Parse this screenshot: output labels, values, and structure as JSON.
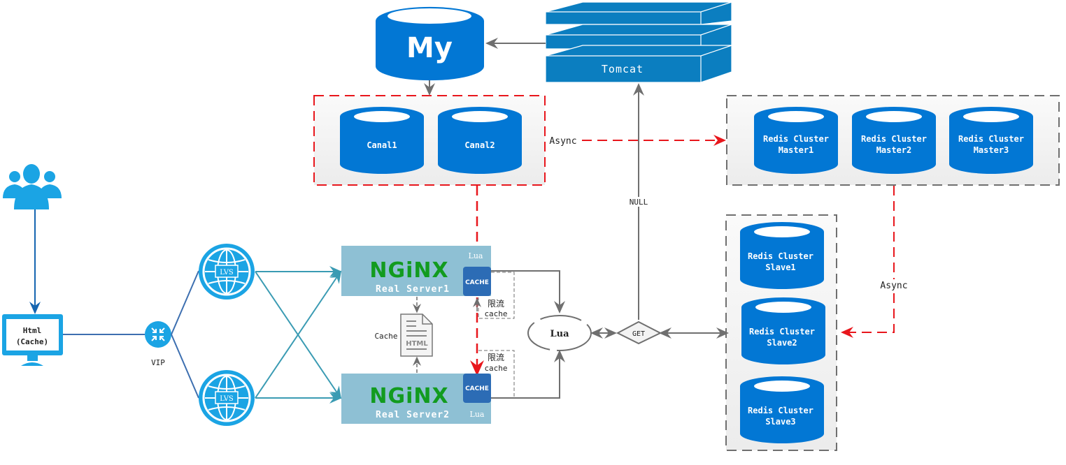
{
  "diagram": {
    "mysql": {
      "label": "My"
    },
    "tomcat": {
      "label": "Tomcat"
    },
    "canal_group": {
      "items": [
        {
          "label": "Canal1"
        },
        {
          "label": "Canal2"
        }
      ]
    },
    "redis_masters": {
      "items": [
        {
          "line1": "Redis Cluster",
          "line2": "Master1"
        },
        {
          "line1": "Redis Cluster",
          "line2": "Master2"
        },
        {
          "line1": "Redis Cluster",
          "line2": "Master3"
        }
      ]
    },
    "redis_slaves": {
      "items": [
        {
          "line1": "Redis Cluster",
          "line2": "Slave1"
        },
        {
          "line1": "Redis Cluster",
          "line2": "Slave2"
        },
        {
          "line1": "Redis Cluster",
          "line2": "Slave3"
        }
      ]
    },
    "users": {
      "icon": "users-icon"
    },
    "client": {
      "line1": "Html",
      "line2": "(Cache)"
    },
    "vip": {
      "label": "VIP"
    },
    "lvs": [
      {
        "label": "LVS"
      },
      {
        "label": "LVS"
      }
    ],
    "real_servers": [
      {
        "brand": "NGiNX",
        "label": "Real Server1",
        "lua": "Lua",
        "cache": "CACHE"
      },
      {
        "brand": "NGiNX",
        "label": "Real Server2",
        "lua": "Lua",
        "cache": "CACHE"
      }
    ],
    "html_doc": {
      "label": "Cache",
      "doc": "HTML"
    },
    "rate_limit": [
      {
        "line1": "限流",
        "line2": "cache"
      },
      {
        "line1": "限流",
        "line2": "cache"
      }
    ],
    "lua_node": {
      "label": "Lua"
    },
    "get_node": {
      "label": "GET"
    },
    "labels": {
      "async_top": "Async",
      "async_right": "Async",
      "null": "NULL"
    },
    "colors": {
      "db_blue": "#0277d4",
      "tomcat_blue": "#0b7ec0",
      "server_bg": "#8ec0d4",
      "nginx_green": "#129b1f",
      "async_red": "#e8161c",
      "line_gray": "#6f6f6f",
      "icon_blue": "#1ba4e4"
    }
  }
}
